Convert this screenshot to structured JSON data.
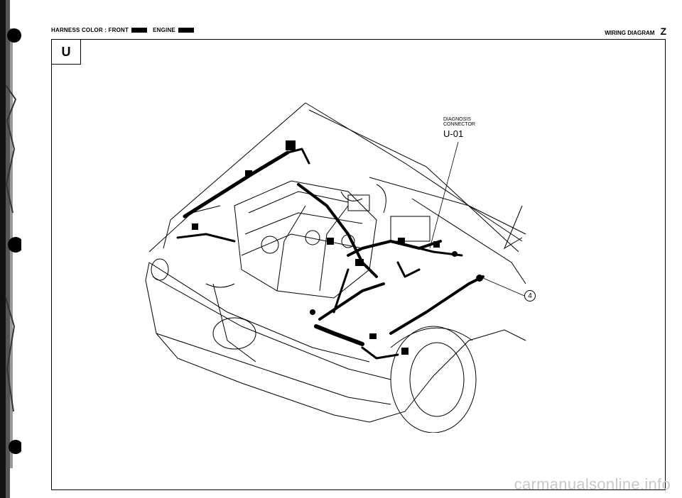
{
  "header": {
    "harness_label": "HARNESS COLOR : FRONT",
    "engine_label": "ENGINE",
    "title": "WIRING DIAGRAM",
    "section_letter": "Z"
  },
  "section_code": "U",
  "callouts": {
    "connector_label_line1": "DIAGNOSIS",
    "connector_label_line2": "CONNECTOR",
    "connector_code": "U-01",
    "ref_number": "4"
  },
  "watermark": "carmanualsonline.info",
  "colors": {
    "ink": "#000000",
    "paper": "#ffffff",
    "watermark": "#c9c9c9"
  }
}
